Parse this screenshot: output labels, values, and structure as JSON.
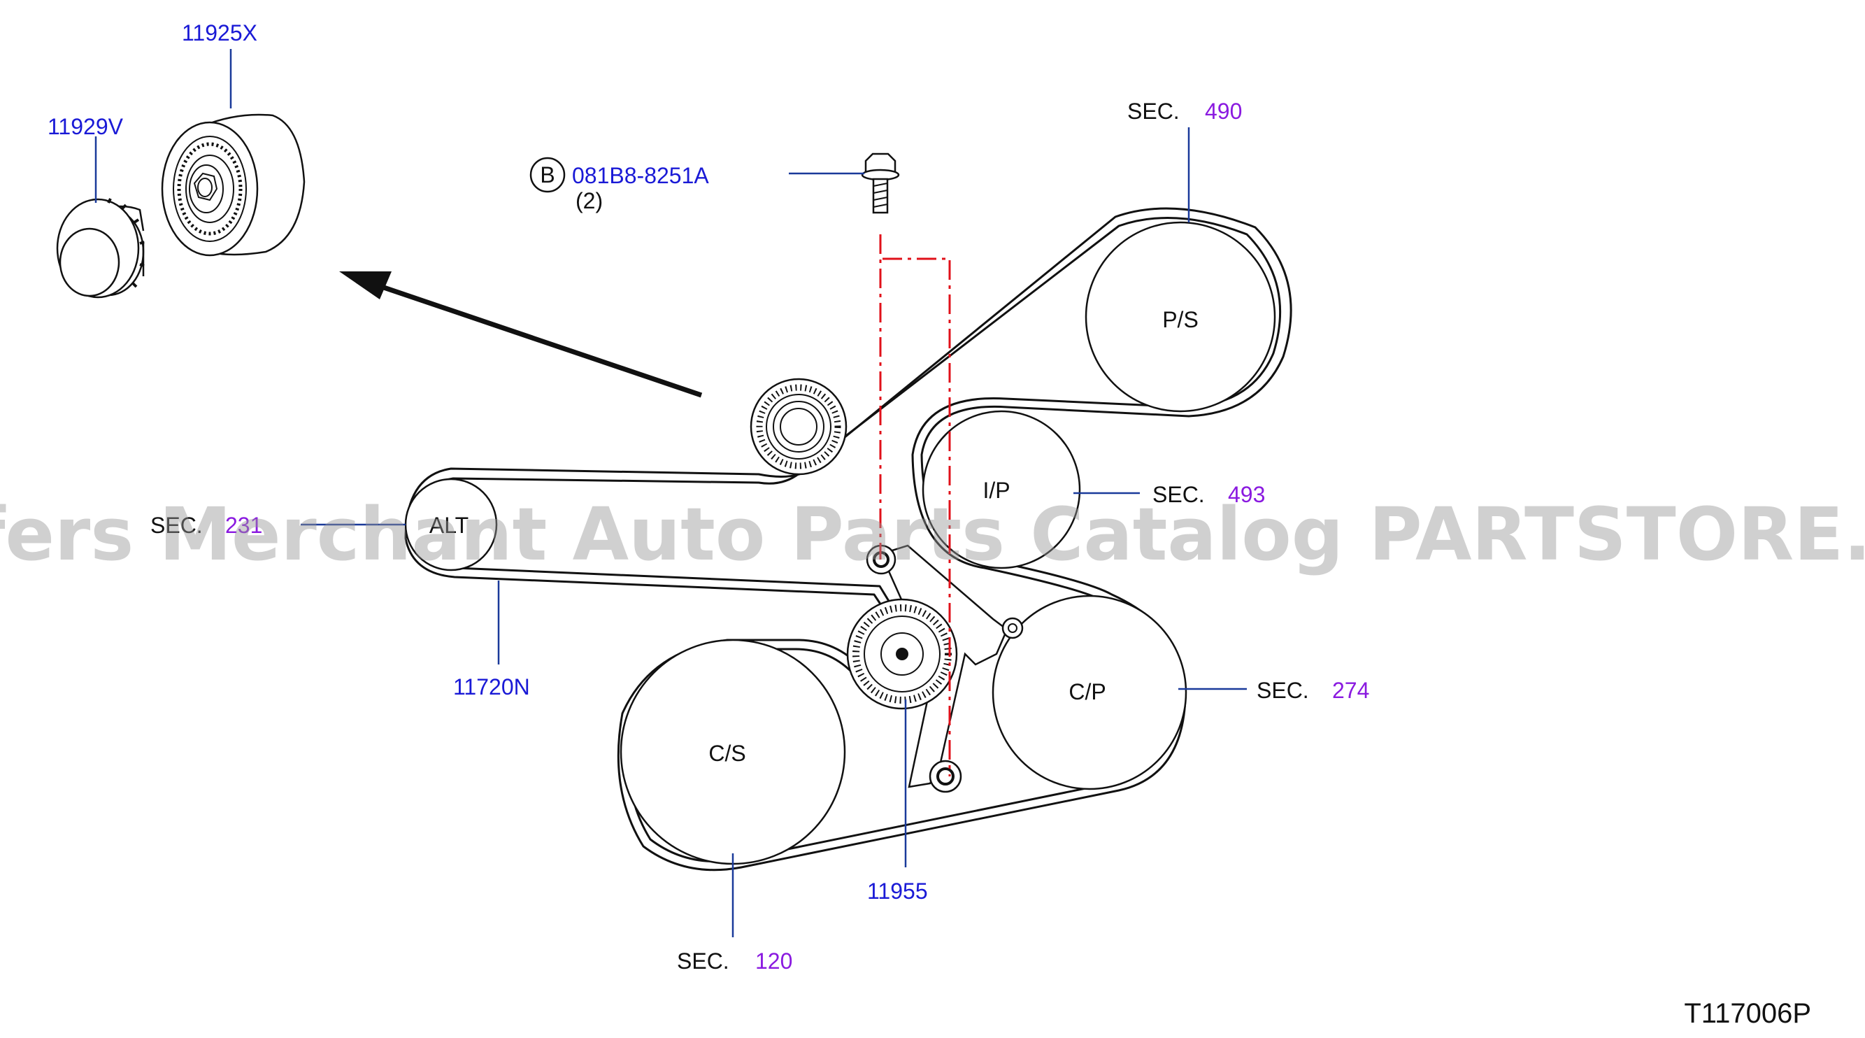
{
  "drawing_number": "T117006P",
  "watermark": "Offers Merchant Auto Parts Catalog PARTSTORE.SA",
  "sec_prefix": "SEC.",
  "pulleys": {
    "ps": "P/S",
    "ip": "I/P",
    "alt": "ALT",
    "cp": "C/P",
    "cs": "C/S"
  },
  "part_numbers": {
    "idler_pulley": "11925X",
    "cover": "11929V",
    "bolt": "081B8-8251A",
    "bolt_qty": "(2)",
    "bolt_callout": "B",
    "belt": "11720N",
    "tensioner": "11955"
  },
  "section_refs": {
    "ps": "490",
    "ip": "493",
    "alt": "231",
    "cp": "274",
    "cs": "120"
  },
  "colors": {
    "part_number": "#1a1ad6",
    "section_number": "#8a1ae0",
    "center_line": "#e0101a",
    "leader": "#1a3a9a"
  }
}
